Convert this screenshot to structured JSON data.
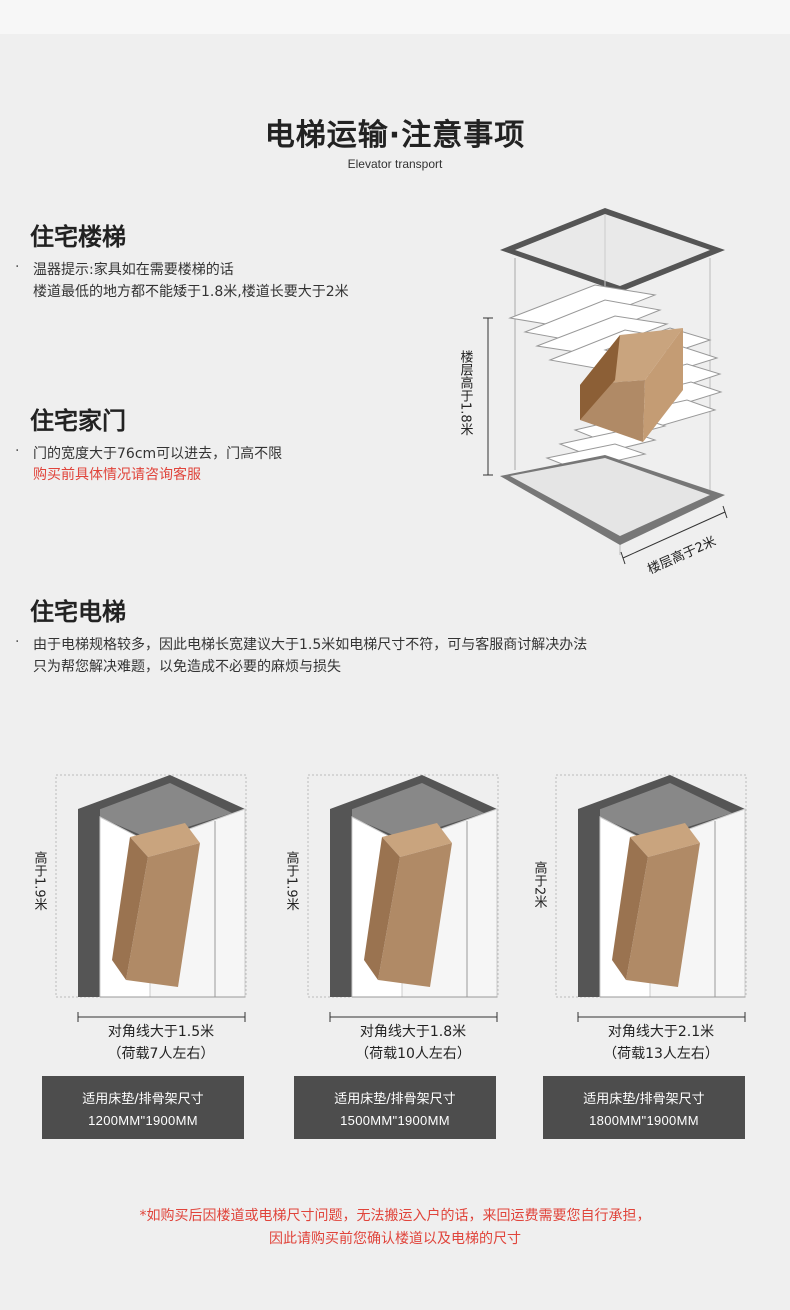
{
  "header": {
    "title": "电梯运输·注意事项",
    "subtitle": "Elevator transport"
  },
  "stairs": {
    "title": "住宅楼梯",
    "bullet": "·",
    "lines": [
      "温器提示:家具如在需要楼梯的话",
      "楼道最低的地方都不能矮于1.8米,楼道长要大于2米"
    ]
  },
  "door": {
    "title": "住宅家门",
    "bullet": "·",
    "line1": "门的宽度大于76cm可以进去，门高不限",
    "line2": "购买前具体情况请咨询客服"
  },
  "stair_figure": {
    "height_label": "楼层高于1.8米",
    "length_label": "楼层高于2米"
  },
  "elevator": {
    "title": "住宅电梯",
    "bullet": "·",
    "lines": [
      "由于电梯规格较多，因此电梯长宽建议大于1.5米如电梯尺寸不符，可与客服商讨解决办法",
      "只为帮您解决难题，以免造成不必要的麻烦与损失"
    ]
  },
  "elevators": [
    {
      "height_label": "高于1.9米",
      "diagonal": "对角线大于1.5米",
      "load": "（荷载7人左右）",
      "spec_label": "适用床垫/排骨架尺寸",
      "spec_size": "1200MM\"1900MM"
    },
    {
      "height_label": "高于1.9米",
      "diagonal": "对角线大于1.8米",
      "load": "（荷载10人左右）",
      "spec_label": "适用床垫/排骨架尺寸",
      "spec_size": "1500MM\"1900MM"
    },
    {
      "height_label": "高于2米",
      "diagonal": "对角线大于2.1米",
      "load": "（荷载13人左右）",
      "spec_label": "适用床垫/排骨架尺寸",
      "spec_size": "1800MM\"1900MM"
    }
  ],
  "footer": {
    "line1": "*如购买后因楼道或电梯尺寸问题，无法搬运入户的话，来回运费需要您自行承担，",
    "line2": "因此请购买前您确认楼道以及电梯的尺寸"
  },
  "colors": {
    "accent_red": "#e0443b",
    "box_brown": "#b08a66",
    "dark_gray": "#4d4d4d"
  }
}
